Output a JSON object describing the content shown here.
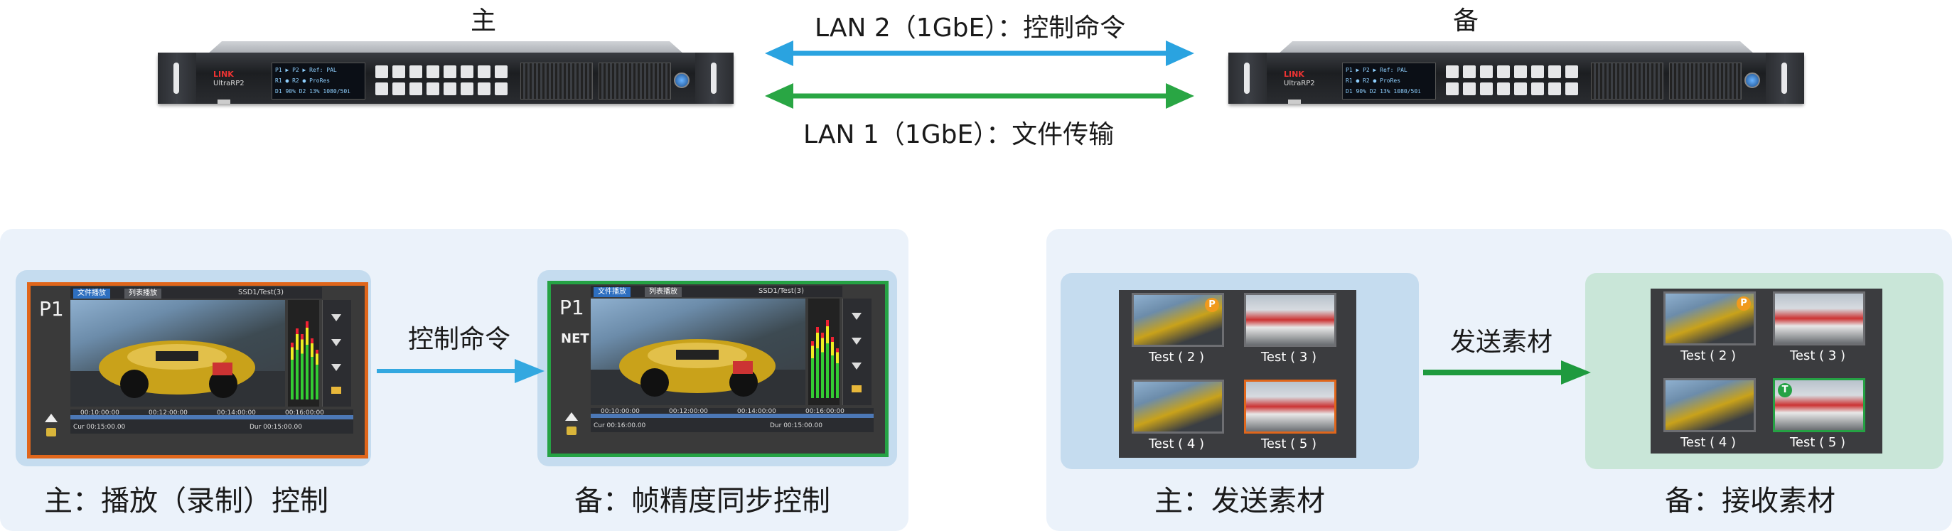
{
  "colors": {
    "lan2_arrow": "#2aa3e0",
    "lan1_arrow": "#29a644",
    "control_arrow": "#33a8e0",
    "send_arrow": "#1e9a3e",
    "panel_bg": "#ebf2fa",
    "blue_subpanel": "#c5dcef",
    "green_subpanel": "#c9e6d8",
    "master_border": "#e0661b",
    "backup_border": "#25a244"
  },
  "top": {
    "master_label": "主",
    "backup_label": "备",
    "lan2_label": "LAN 2（1GbE）：控制命令",
    "lan1_label": "LAN 1（1GbE）：文件传输"
  },
  "devices": {
    "master": {
      "brand": "LINK",
      "model": "UltraRP2",
      "lcd_lines": [
        "P1 ▶  P2 ▶  Ref: PAL",
        "R1 ●  R2 ●  ProRes",
        "D1 90%  D2 13%  1080/50i"
      ],
      "icon": "rack-server-icon"
    },
    "backup": {
      "brand": "LINK",
      "model": "UltraRP2",
      "lcd_lines": [
        "P1 ▶  P2 ▶  Ref: PAL",
        "R1 ●  R2 ●  ProRes",
        "D1 90%  D2 13%  1080/50i"
      ],
      "icon": "rack-server-icon"
    }
  },
  "left_panel": {
    "master_screen": {
      "channel": "P1",
      "tab_active": "文件播放",
      "tab_inactive": "列表播放",
      "path": "SSD1/Test(3)",
      "timecode_left": "Cur 00:15:00.00",
      "timecode_right": "Dur 00:15:00.00",
      "timeline_marks": [
        "00:10:00:00",
        "00:12:00:00",
        "00:14:00:00",
        "00:16:00:00"
      ],
      "border": "orange"
    },
    "backup_screen": {
      "channel": "P1",
      "net_label": "NET",
      "tab_active": "文件播放",
      "tab_inactive": "列表播放",
      "path": "SSD1/Test(3)",
      "timecode_left": "Cur 00:16:00.00",
      "timecode_right": "Dur 00:15:00.00",
      "timeline_marks": [
        "00:10:00:00",
        "00:12:00:00",
        "00:14:00:00",
        "00:16:00:00"
      ],
      "border": "green"
    },
    "arrow_label": "控制命令",
    "master_caption": "主：播放（录制）控制",
    "backup_caption": "备：帧精度同步控制"
  },
  "right_panel": {
    "send_grid": {
      "clips": [
        {
          "label": "Test ( 2 )",
          "badge": "P",
          "badge_color": "#f09a1d",
          "selected": ""
        },
        {
          "label": "Test ( 3 )",
          "badge": "",
          "badge_color": "",
          "selected": ""
        },
        {
          "label": "Test ( 4 )",
          "badge": "",
          "badge_color": "",
          "selected": ""
        },
        {
          "label": "Test ( 5 )",
          "badge": "",
          "badge_color": "",
          "selected": "orange"
        }
      ]
    },
    "receive_grid": {
      "clips": [
        {
          "label": "Test ( 2 )",
          "badge": "P",
          "badge_color": "#f09a1d",
          "selected": ""
        },
        {
          "label": "Test ( 3 )",
          "badge": "",
          "badge_color": "",
          "selected": ""
        },
        {
          "label": "Test ( 4 )",
          "badge": "",
          "badge_color": "",
          "selected": ""
        },
        {
          "label": "Test ( 5 )",
          "badge": "T",
          "badge_color": "#25a244",
          "selected": "green"
        }
      ]
    },
    "arrow_label": "发送素材",
    "master_caption": "主：发送素材",
    "backup_caption": "备：接收素材"
  }
}
